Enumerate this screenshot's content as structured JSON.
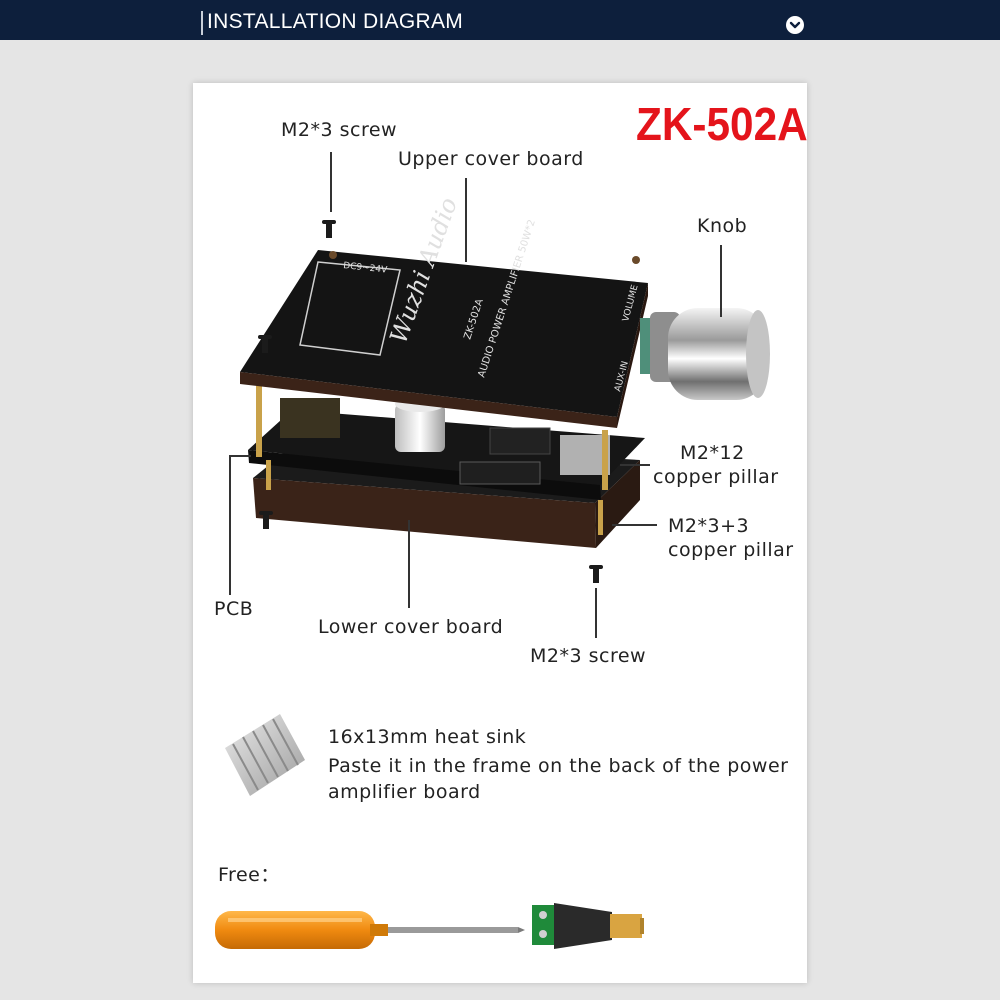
{
  "header": {
    "title": "INSTALLATION DIAGRAM",
    "toggle_icon": "chevron-down-circle-icon",
    "background": "#0d1f3c"
  },
  "diagram": {
    "model": "ZK-502A",
    "model_color": "#e4141b",
    "labels": {
      "m23_screw_top": "M2*3 screw",
      "upper_cover": "Upper cover board",
      "knob": "Knob",
      "m212_pillar_line1": "M2*12",
      "m212_pillar_line2": "copper pillar",
      "m233_pillar_line1": "M2*3+3",
      "m233_pillar_line2": "copper pillar",
      "pcb": "PCB",
      "lower_cover": "Lower cover board",
      "m23_screw_bottom": "M2*3 screw"
    },
    "board_print": {
      "voltage": "DC9~24V",
      "brand": "Wuzhi Audio",
      "model": "ZK-502A",
      "desc": "AUDIO POWER AMPLIFIER 50W*2",
      "volume": "VOLUME",
      "aux": "AUX-IN"
    }
  },
  "heat_sink": {
    "title": "16x13mm heat sink",
    "line1": "Paste it in the frame on the back of the power",
    "line2": "amplifier board"
  },
  "free": {
    "label": "Free："
  }
}
